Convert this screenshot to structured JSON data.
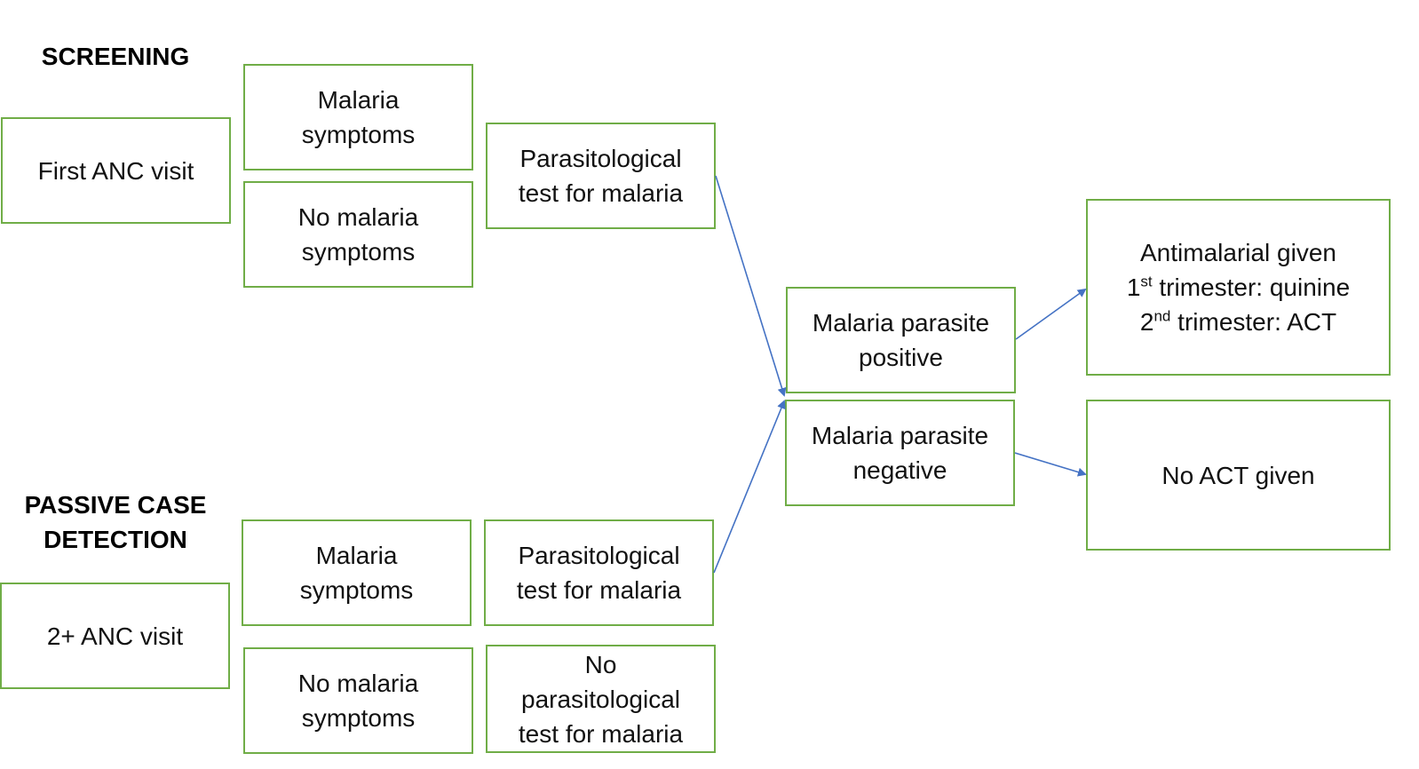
{
  "sections": {
    "screening": "SCREENING",
    "passive_line1": "PASSIVE CASE",
    "passive_line2": "DETECTION"
  },
  "screening": {
    "first_anc_visit": "First ANC visit",
    "malaria_symptoms": [
      "Malaria",
      "symptoms"
    ],
    "no_malaria_symptoms": [
      "No malaria",
      "symptoms"
    ],
    "parasitological_test": [
      "Parasitological",
      "test for malaria"
    ]
  },
  "results": {
    "positive": [
      "Malaria parasite",
      "positive"
    ],
    "negative": [
      "Malaria parasite",
      "negative"
    ]
  },
  "treatment": {
    "antimalarial_title": "Antimalarial given",
    "first_trimester_ordinal": "1",
    "first_trimester_suffix": "st",
    "first_trimester_text": " trimester: quinine",
    "second_trimester_ordinal": "2",
    "second_trimester_suffix": "nd",
    "second_trimester_text": " trimester: ACT",
    "no_act": "No ACT given"
  },
  "passive": {
    "anc_visit": "2+ ANC visit",
    "malaria_symptoms": [
      "Malaria",
      "symptoms"
    ],
    "no_malaria_symptoms": [
      "No malaria",
      "symptoms"
    ],
    "parasitological_test": [
      "Parasitological",
      "test for malaria"
    ],
    "no_parasitological_test": [
      "No",
      "parasitological",
      "test for malaria"
    ]
  },
  "colors": {
    "box_border": "#70ad47",
    "arrow": "#4472c4"
  }
}
